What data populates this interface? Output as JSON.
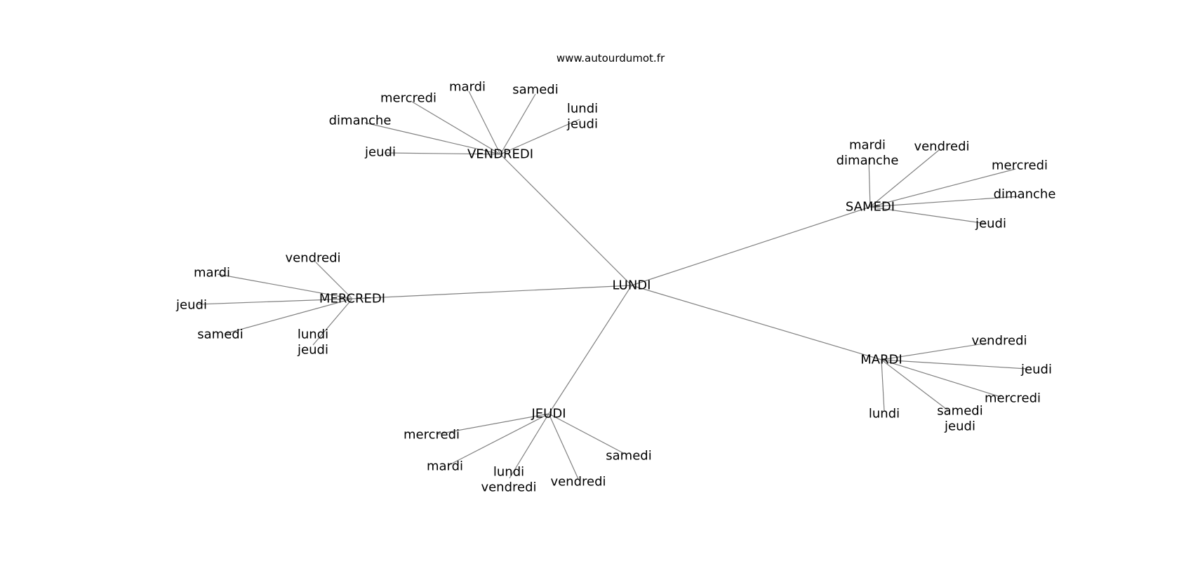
{
  "watermark": "www.autourdumot.fr",
  "center": {
    "label": "LUNDI"
  },
  "hubs": [
    {
      "id": "vendredi",
      "label": "VENDREDI",
      "leaves": [
        {
          "lines": [
            "mardi"
          ]
        },
        {
          "lines": [
            "samedi"
          ]
        },
        {
          "lines": [
            "mercredi"
          ]
        },
        {
          "lines": [
            "lundi",
            "jeudi"
          ]
        },
        {
          "lines": [
            "dimanche"
          ]
        },
        {
          "lines": [
            "jeudi"
          ]
        }
      ]
    },
    {
      "id": "samedi",
      "label": "SAMEDI",
      "leaves": [
        {
          "lines": [
            "mardi",
            "dimanche"
          ]
        },
        {
          "lines": [
            "vendredi"
          ]
        },
        {
          "lines": [
            "mercredi"
          ]
        },
        {
          "lines": [
            "dimanche"
          ]
        },
        {
          "lines": [
            "jeudi"
          ]
        }
      ]
    },
    {
      "id": "mercredi",
      "label": "MERCREDI",
      "leaves": [
        {
          "lines": [
            "vendredi"
          ]
        },
        {
          "lines": [
            "mardi"
          ]
        },
        {
          "lines": [
            "jeudi"
          ]
        },
        {
          "lines": [
            "samedi"
          ]
        },
        {
          "lines": [
            "lundi",
            "jeudi"
          ]
        }
      ]
    },
    {
      "id": "mardi",
      "label": "MARDI",
      "leaves": [
        {
          "lines": [
            "vendredi"
          ]
        },
        {
          "lines": [
            "jeudi"
          ]
        },
        {
          "lines": [
            "mercredi"
          ]
        },
        {
          "lines": [
            "lundi"
          ]
        },
        {
          "lines": [
            "samedi",
            "jeudi"
          ]
        }
      ]
    },
    {
      "id": "jeudi",
      "label": "JEUDI",
      "leaves": [
        {
          "lines": [
            "mercredi"
          ]
        },
        {
          "lines": [
            "mardi"
          ]
        },
        {
          "lines": [
            "lundi",
            "vendredi"
          ]
        },
        {
          "lines": [
            "vendredi"
          ]
        },
        {
          "lines": [
            "samedi"
          ]
        }
      ]
    }
  ]
}
